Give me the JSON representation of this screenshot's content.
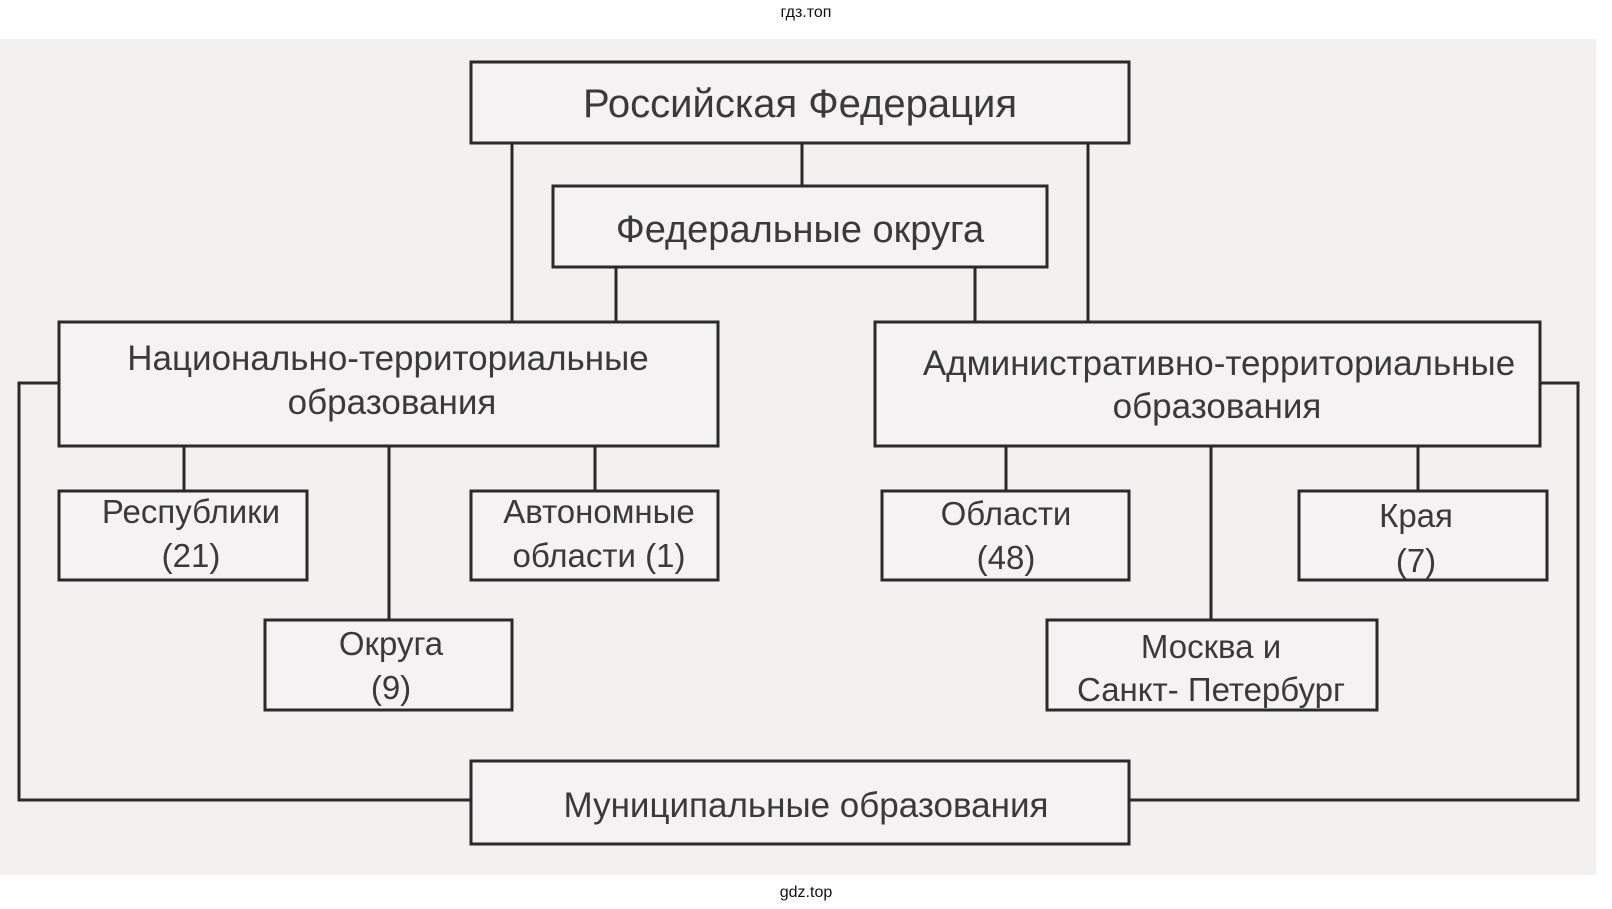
{
  "watermark_top": "гдз.топ",
  "watermark_bottom": "gdz.top",
  "nodes": {
    "rf": "Российская Федерация",
    "fo": "Федеральные округа",
    "nt": [
      "Национально-территориальные",
      "образования"
    ],
    "at": [
      "Административно-территориальные",
      "образования"
    ],
    "resp": [
      "Республики",
      "(21)"
    ],
    "avt": [
      "Автономные",
      "области (1)"
    ],
    "okr": [
      "Округа",
      "(9)"
    ],
    "obl": [
      "Области",
      "(48)"
    ],
    "kraya": [
      "Края",
      "(7)"
    ],
    "msk": [
      "Москва и",
      "Санкт- Петербург"
    ],
    "mun": "Муниципальные образования"
  }
}
